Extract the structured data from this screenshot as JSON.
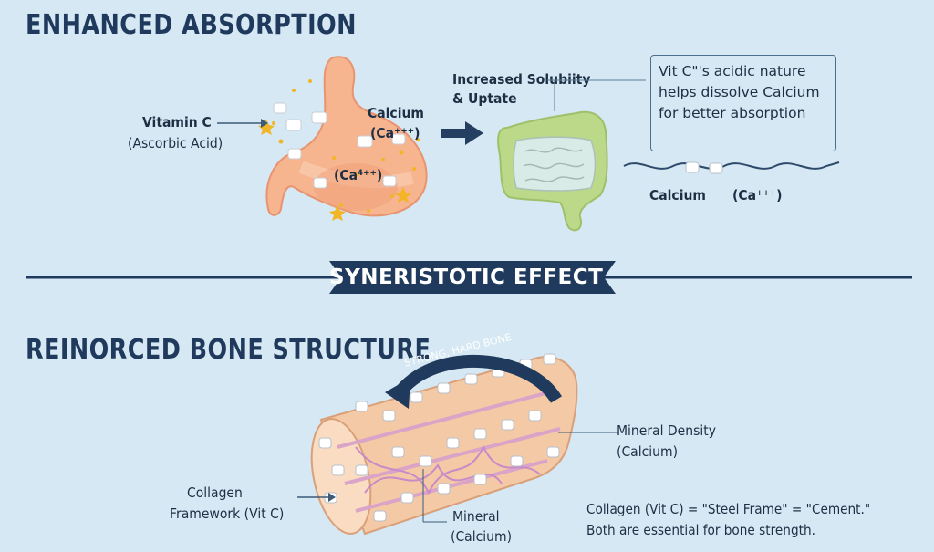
{
  "sections": {
    "top_title": "ENHANCED ABSORPTION",
    "banner": "SYNERISTOTIC EFFECT",
    "bottom_title": "REINORCED BONE STRUCTURE"
  },
  "absorption": {
    "vitamin_c": "Vitamin C",
    "ascorbic_acid": "(Ascorbic Acid)",
    "calcium_stomach": "Calcium",
    "ca_upper": "(Ca⁺⁺⁺)",
    "ca_lower": "(Ca⁴⁺⁺)",
    "solubility_line1": "Increased Solubiity",
    "solubility_line2": "& Uptate",
    "note_line1": "Vit C\"'s acidic nature",
    "note_line2": "helps dissolve Calcium",
    "note_line3": "for better absorption",
    "calcium_right": "Calcium",
    "ca_right": "(Ca⁺⁺⁺)"
  },
  "bone": {
    "arrow_label": "STRONG, HARD BONE",
    "mineral_density_line1": "Mineral Density",
    "mineral_density_line2": "(Calcium)",
    "collagen_line1": "Collagen",
    "collagen_line2": "Framework (Vit C)",
    "mineral_line1": "Mineral",
    "mineral_line2": "(Calcium)",
    "summary_line1": "Collagen (Vit C) = \"Steel Frame\" = \"Cement.\"",
    "summary_line2": "Both are essential for bone strength."
  },
  "colors": {
    "navy": "#1f3a5c",
    "background": "#d5e8f3",
    "stomach": "#f6b48f",
    "intestine": "#bcd98a",
    "bone": "#f4c9a6",
    "collagen": "#c98bc8",
    "star": "#f2b526"
  }
}
